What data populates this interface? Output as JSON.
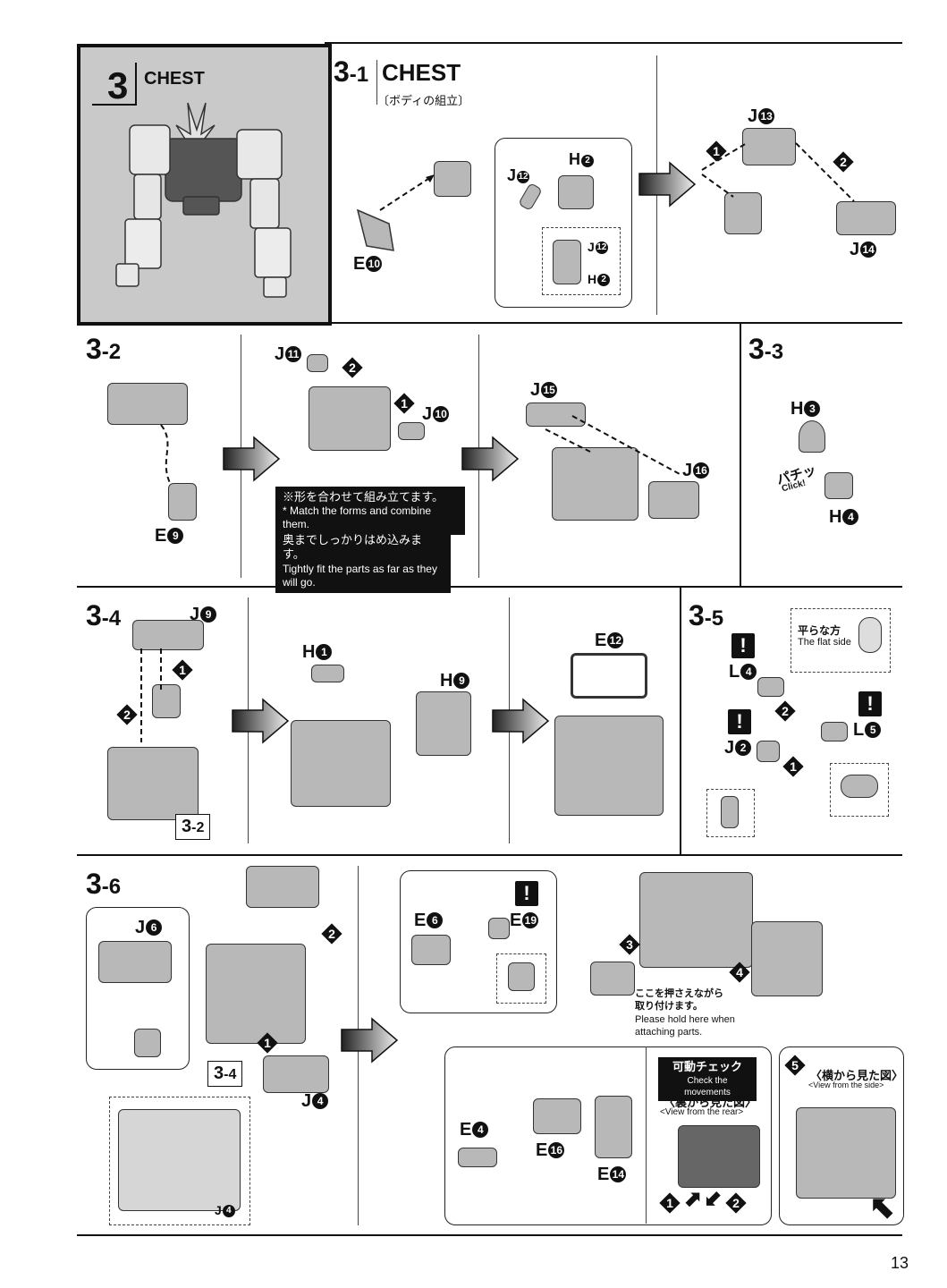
{
  "main_step": {
    "number": "3",
    "title": "CHEST"
  },
  "step_3_1": {
    "number": "3",
    "sub": "-1",
    "title": "CHEST",
    "subtitle_jp": "〔ボディの組立〕",
    "parts": [
      "E",
      "J",
      "H",
      "J",
      "H",
      "J",
      "J"
    ],
    "circles": [
      "10",
      "12",
      "2",
      "12",
      "2",
      "13",
      "14"
    ],
    "seq": [
      "1",
      "2"
    ]
  },
  "step_3_2": {
    "number": "3",
    "sub": "-2",
    "parts": [
      "E",
      "J",
      "J",
      "J",
      "J"
    ],
    "circles": [
      "9",
      "11",
      "10",
      "15",
      "16"
    ],
    "seq": [
      "2",
      "1"
    ],
    "note1_jp": "※形を合わせて組み立てます。",
    "note1_en": "* Match the forms and combine them.",
    "note2_jp": "奥までしっかりはめ込みます。",
    "note2_en": "Tightly fit the parts as far as they will go."
  },
  "step_3_3": {
    "number": "3",
    "sub": "-3",
    "parts": [
      "H",
      "H"
    ],
    "circles": [
      "3",
      "4"
    ],
    "click_jp": "パチッ",
    "click_en": "Click!"
  },
  "step_3_4": {
    "number": "3",
    "sub": "-4",
    "parts": [
      "J",
      "H",
      "H",
      "E"
    ],
    "circles": [
      "9",
      "1",
      "9",
      "12"
    ],
    "seq": [
      "1",
      "2"
    ],
    "ref": {
      "b": "3",
      "s": "-2"
    }
  },
  "step_3_5": {
    "number": "3",
    "sub": "-5",
    "parts": [
      "L",
      "J",
      "L"
    ],
    "circles": [
      "4",
      "2",
      "5"
    ],
    "seq": [
      "2",
      "1"
    ],
    "warn": "!",
    "flat_jp": "平らな方",
    "flat_en": "The flat side"
  },
  "step_3_6": {
    "number": "3",
    "sub": "-6",
    "parts": [
      "J",
      "J",
      "J",
      "E",
      "E",
      "E",
      "E",
      "E"
    ],
    "circles": [
      "6",
      "4",
      "4",
      "6",
      "19",
      "4",
      "16",
      "14"
    ],
    "seq": [
      "1",
      "2",
      "3",
      "4",
      "5",
      "1",
      "2"
    ],
    "ref": {
      "b": "3",
      "s": "-4"
    },
    "hold_jp1": "ここを押さえながら",
    "hold_jp2": "取り付けます。",
    "hold_en1": "Please hold here when",
    "hold_en2": "attaching parts.",
    "check_jp": "可動チェック",
    "check_en": "Check the movements",
    "rear_jp": "〈裏から見た図〉",
    "rear_en": "<View from the rear>",
    "side_jp": "〈横から見た図〉",
    "side_en": "<View from the side>"
  },
  "page_number": "13",
  "colors": {
    "panel_gray": "#c9c9c9",
    "ink": "#111111",
    "part_fill": "#b8b8b8"
  }
}
